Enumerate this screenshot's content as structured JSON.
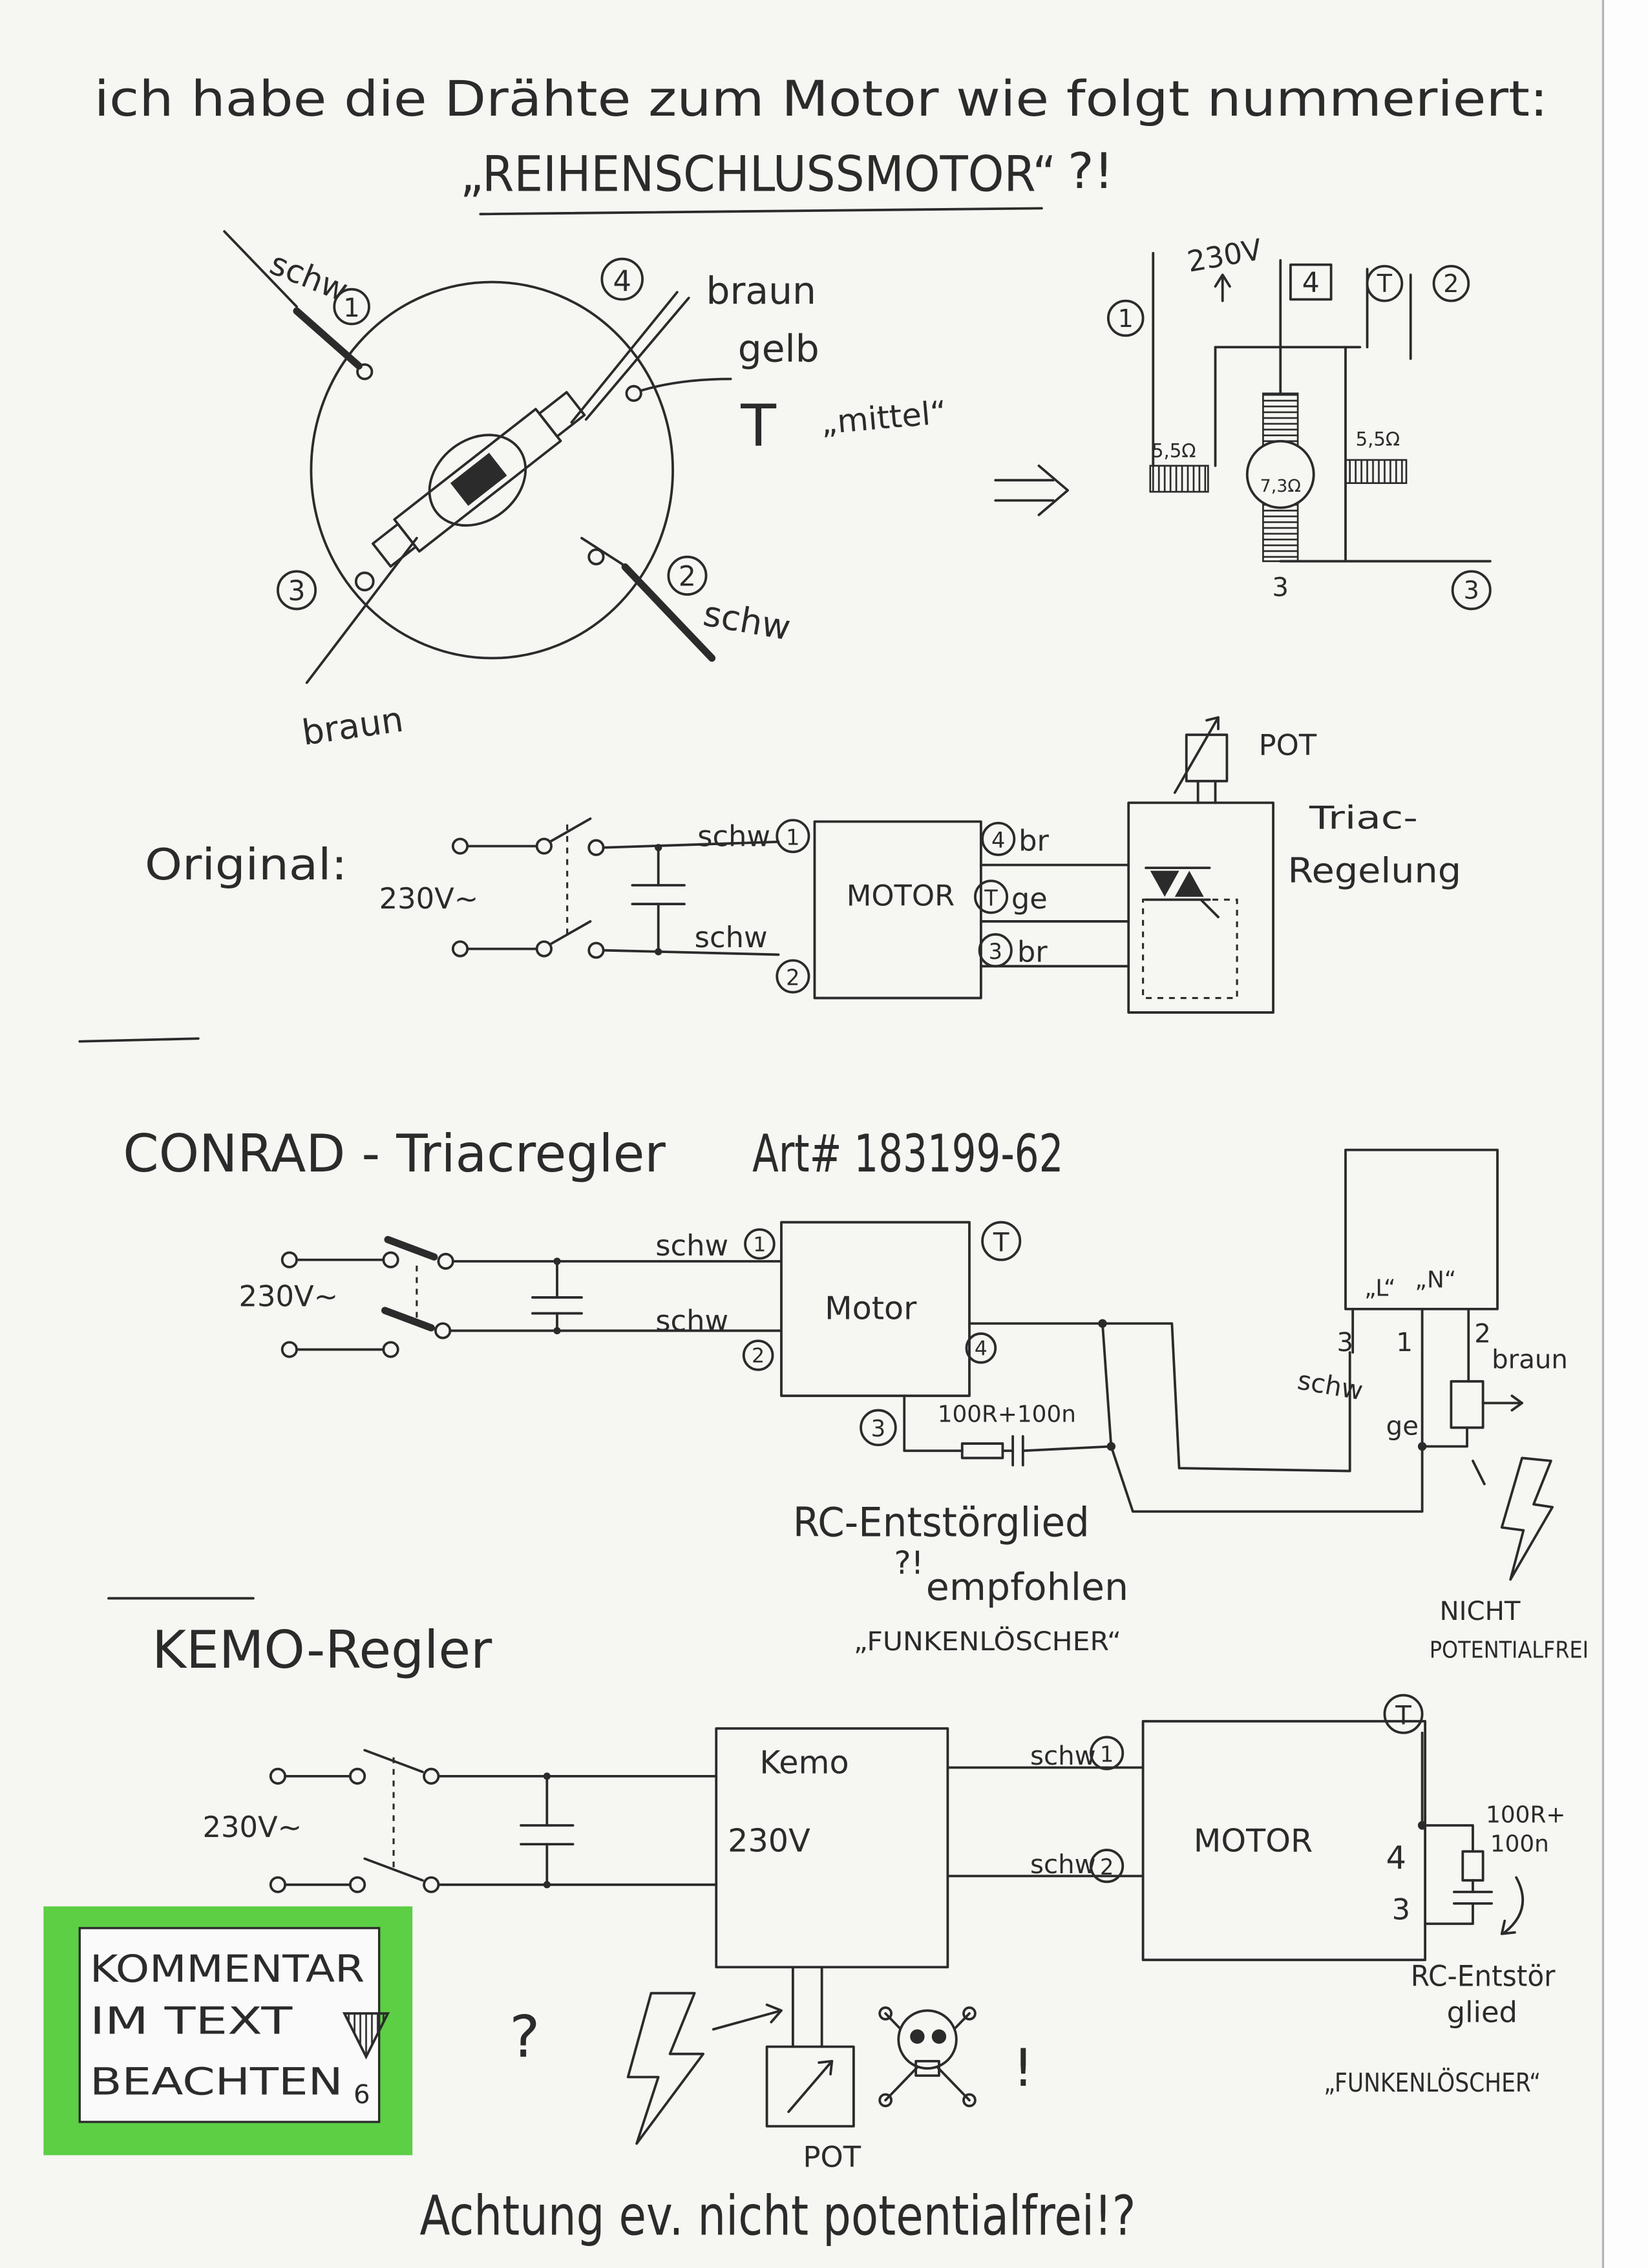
{
  "page": {
    "background": "#f6f6f3",
    "ink": "#2b2b2b",
    "highlight": "#5ccf44"
  },
  "header": {
    "intro": "ich habe die Drähte zum Motor wie folgt nummeriert:",
    "title": "„REIHENSCHLUSSMOTOR“",
    "title_mark": "?!"
  },
  "motor_sketch": {
    "w1_num": "1",
    "w1_color": "schw",
    "w4_num": "4",
    "w4_color": "braun",
    "wT_color": "gelb",
    "wT_symbol": "T",
    "wT_note": "„mittel“",
    "w3_num": "3",
    "w3_color": "braun",
    "w2_num": "2",
    "w2_color": "schw"
  },
  "equivalent_circuit": {
    "supply": "230V",
    "t1": "1",
    "t4": "4",
    "tT": "T",
    "t2": "2",
    "r_left": "5,5Ω",
    "r_rotor": "7,3Ω",
    "r_right": "5,5Ω",
    "t3_left": "3",
    "t3_right": "3"
  },
  "original": {
    "label": "Original:",
    "mains": "230V~",
    "w1": "schw",
    "n1": "1",
    "w2": "schw",
    "n2": "2",
    "motor": "MOTOR",
    "n4": "4",
    "c4": "br",
    "nT": "T",
    "cT": "ge",
    "n3": "3",
    "c3": "br",
    "pot": "POT",
    "triac_1": "Triac-",
    "triac_2": "Regelung"
  },
  "conrad": {
    "title": "CONRAD - Triacregler",
    "article": "Art# 183199-62",
    "mains": "230V~",
    "w1": "schw",
    "n1": "1",
    "w2": "schw",
    "n2": "2",
    "motor": "Motor",
    "nT": "T",
    "n4": "4",
    "n3": "3",
    "rc_value": "100R+100n",
    "rc_name": "RC-Entstörglied",
    "rc_mark": "?!",
    "rc_note": "empfohlen",
    "rc_alias": "„FUNKENLÖSCHER“",
    "reg_L": "„L“",
    "reg_N": "„N“",
    "pin3": "3",
    "pin1": "1",
    "pin2": "2",
    "pin3_wire": "schw",
    "pin1_wire": "ge",
    "pin2_wire": "braun",
    "warn_1": "NICHT",
    "warn_2": "POTENTIALFREI"
  },
  "kemo": {
    "title": "KEMO-Regler",
    "mains": "230V~",
    "box_name": "Kemo",
    "box_voltage": "230V",
    "w1": "schw",
    "n1": "1",
    "w2": "schw",
    "n2": "2",
    "motor": "MOTOR",
    "nT": "T",
    "n4": "4",
    "n3": "3",
    "rc_value_1": "100R+",
    "rc_value_2": "100n",
    "rc_name_1": "RC-Entstör",
    "rc_name_2": "glied",
    "rc_alias": "„FUNKENLÖSCHER“",
    "pot": "POT",
    "question": "?",
    "exclaim": "!"
  },
  "comment_box": {
    "line1": "KOMMENTAR",
    "line2": "IM TEXT",
    "line3": "BEACHTEN",
    "ref": "6"
  },
  "footer": {
    "warning": "Achtung ev. nicht potentialfrei!?"
  }
}
